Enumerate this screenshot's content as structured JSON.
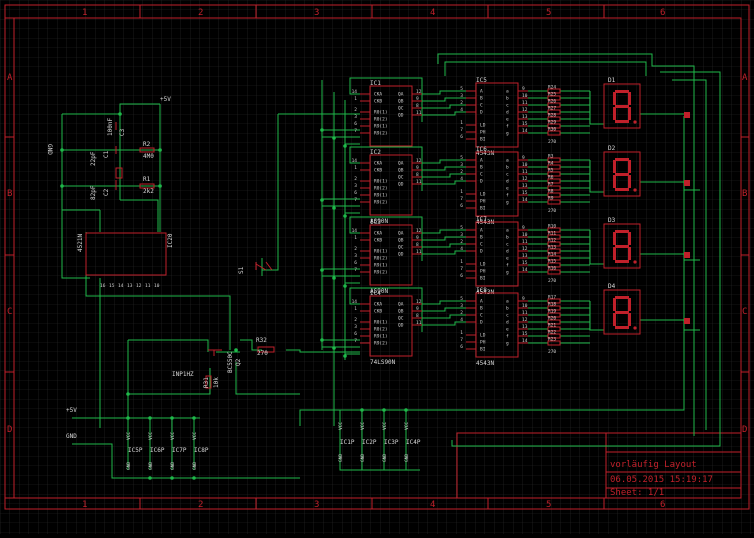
{
  "schematic": {
    "columns": [
      "1",
      "2",
      "3",
      "4",
      "5",
      "6"
    ],
    "rows": [
      "A",
      "B",
      "C",
      "D"
    ],
    "counters": {
      "ids": [
        "IC1",
        "IC2",
        "IC3",
        "IC4"
      ],
      "part_number": "74LS90N",
      "part_number_alt": "AS90N",
      "left_pins": [
        "14",
        "1",
        "2",
        "3",
        "6",
        "7"
      ],
      "right_pins": [
        "12",
        "9",
        "8",
        "11"
      ],
      "inputs": [
        "CKA",
        "CKB",
        "R0(1)",
        "R0(2)",
        "R9(1)",
        "R9(2)"
      ],
      "outputs": [
        "QA",
        "QB",
        "QC",
        "QD"
      ]
    },
    "decoders": {
      "ids": [
        "IC5",
        "IC6",
        "IC7",
        "IC8"
      ],
      "part_number": "4543N",
      "left_pins": [
        "5",
        "3",
        "2",
        "4",
        "1",
        "7",
        "6"
      ],
      "right_pins": [
        "9",
        "10",
        "11",
        "12",
        "13",
        "15",
        "14"
      ],
      "inputs": [
        "A",
        "B",
        "C",
        "D",
        "LD",
        "PH",
        "BI"
      ],
      "outputs": [
        "a",
        "b",
        "c",
        "d",
        "e",
        "f",
        "g"
      ]
    },
    "displays": [
      "D1",
      "D2",
      "D3",
      "D4"
    ],
    "resistor_groups": [
      [
        "R24",
        "R25",
        "R26",
        "R27",
        "R28",
        "R29",
        "R30"
      ],
      [
        "R3",
        "R4",
        "R5",
        "R6",
        "R7",
        "R8",
        "R9"
      ],
      [
        "R10",
        "R11",
        "R12",
        "R13",
        "R14",
        "R15",
        "R16"
      ],
      [
        "R17",
        "R18",
        "R19",
        "R20",
        "R21",
        "R22",
        "R23"
      ]
    ],
    "resistor_value": "270",
    "oscillator": {
      "ic_id": "IC20",
      "ic_part": "4521N",
      "caps": [
        "C1",
        "C2",
        "C3"
      ],
      "cap_values": [
        "22pF",
        "100nF",
        "82pF"
      ],
      "resistors": [
        "R1",
        "R2"
      ],
      "resistor_values": [
        "2k2",
        "4M0"
      ],
      "supply": "+5V",
      "ground": "GND",
      "pins": [
        "16",
        "15",
        "14",
        "13",
        "12",
        "11",
        "10"
      ]
    },
    "input_stage": {
      "transistor": "Q2",
      "transistor_part": "BC550C",
      "resistor_base": "R31",
      "resistor_base_value": "10k",
      "resistor_coll": "R32",
      "resistor_coll_value": "270",
      "input_label": "INP1HZ",
      "switch": "S1"
    },
    "power": {
      "supply_label": "+5V",
      "ground_label": "GND",
      "pwr_parts_bottom": [
        "IC5P",
        "IC6P",
        "IC7P",
        "IC8P"
      ],
      "pwr_parts_mid": [
        "IC1P",
        "IC2P",
        "IC3P",
        "IC4P"
      ],
      "vcc_label": "VCC",
      "gnd_pin_label": "GND"
    },
    "title_block": {
      "title": "vorläufig Layout",
      "date": "06.05.2015 15:19:17",
      "sheet": "Sheet: 1/1"
    }
  }
}
